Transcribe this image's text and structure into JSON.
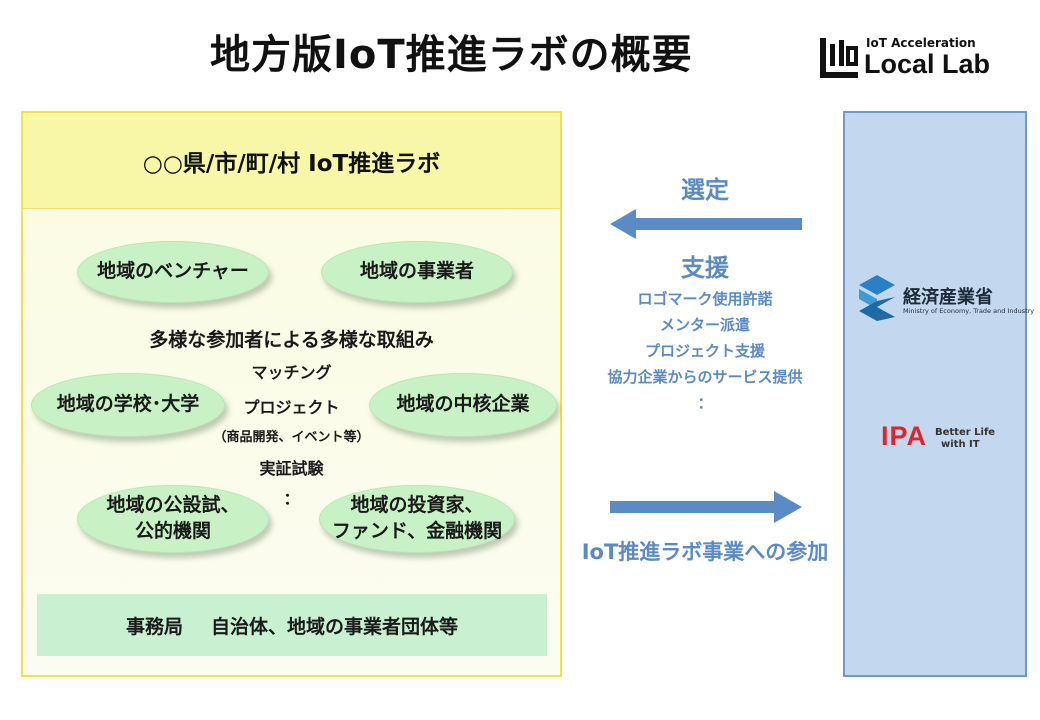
{
  "title": "地方版IoT推進ラボの概要",
  "logo": {
    "sub": "IoT Acceleration",
    "main": "Local Lab"
  },
  "lab": {
    "header": "○○県/市/町/村 IoT推進ラボ",
    "ovals": {
      "venture": "地域のベンチャー",
      "business": "地域の事業者",
      "school": "地域の学校･大学",
      "core": "地域の中核企業",
      "public_line1": "地域の公設試、",
      "public_line2": "公的機関",
      "investor_line1": "地域の投資家、",
      "investor_line2": "ファンド、金融機関"
    },
    "center": {
      "headline": "多様な参加者による多様な取組み",
      "items": [
        "マッチング",
        "プロジェクト",
        "（商品開発、イベント等）",
        "実証試験",
        "："
      ]
    },
    "secretariat_label": "事務局",
    "secretariat_value": "自治体、地域の事業者団体等"
  },
  "middle": {
    "selection": "選定",
    "support": "支援",
    "support_items": [
      "ロゴマーク使用許諾",
      "メンター派遣",
      "プロジェクト支援",
      "協力企業からのサービス提供",
      "："
    ],
    "participation": "IoT推進ラボ事業への参加"
  },
  "gov": {
    "meti_name": "経済産業省",
    "meti_en": "Ministry of Economy, Trade and Industry",
    "ipa": "IPA",
    "ipa_tag_line1": "Better Life",
    "ipa_tag_line2": "with IT"
  },
  "colors": {
    "arrow": "#5b8bc4",
    "oval": "#c8f2c6",
    "lab_header": "#f8f7a8",
    "gov_panel": "#c3d8ef",
    "ipa_red": "#e2232a"
  }
}
